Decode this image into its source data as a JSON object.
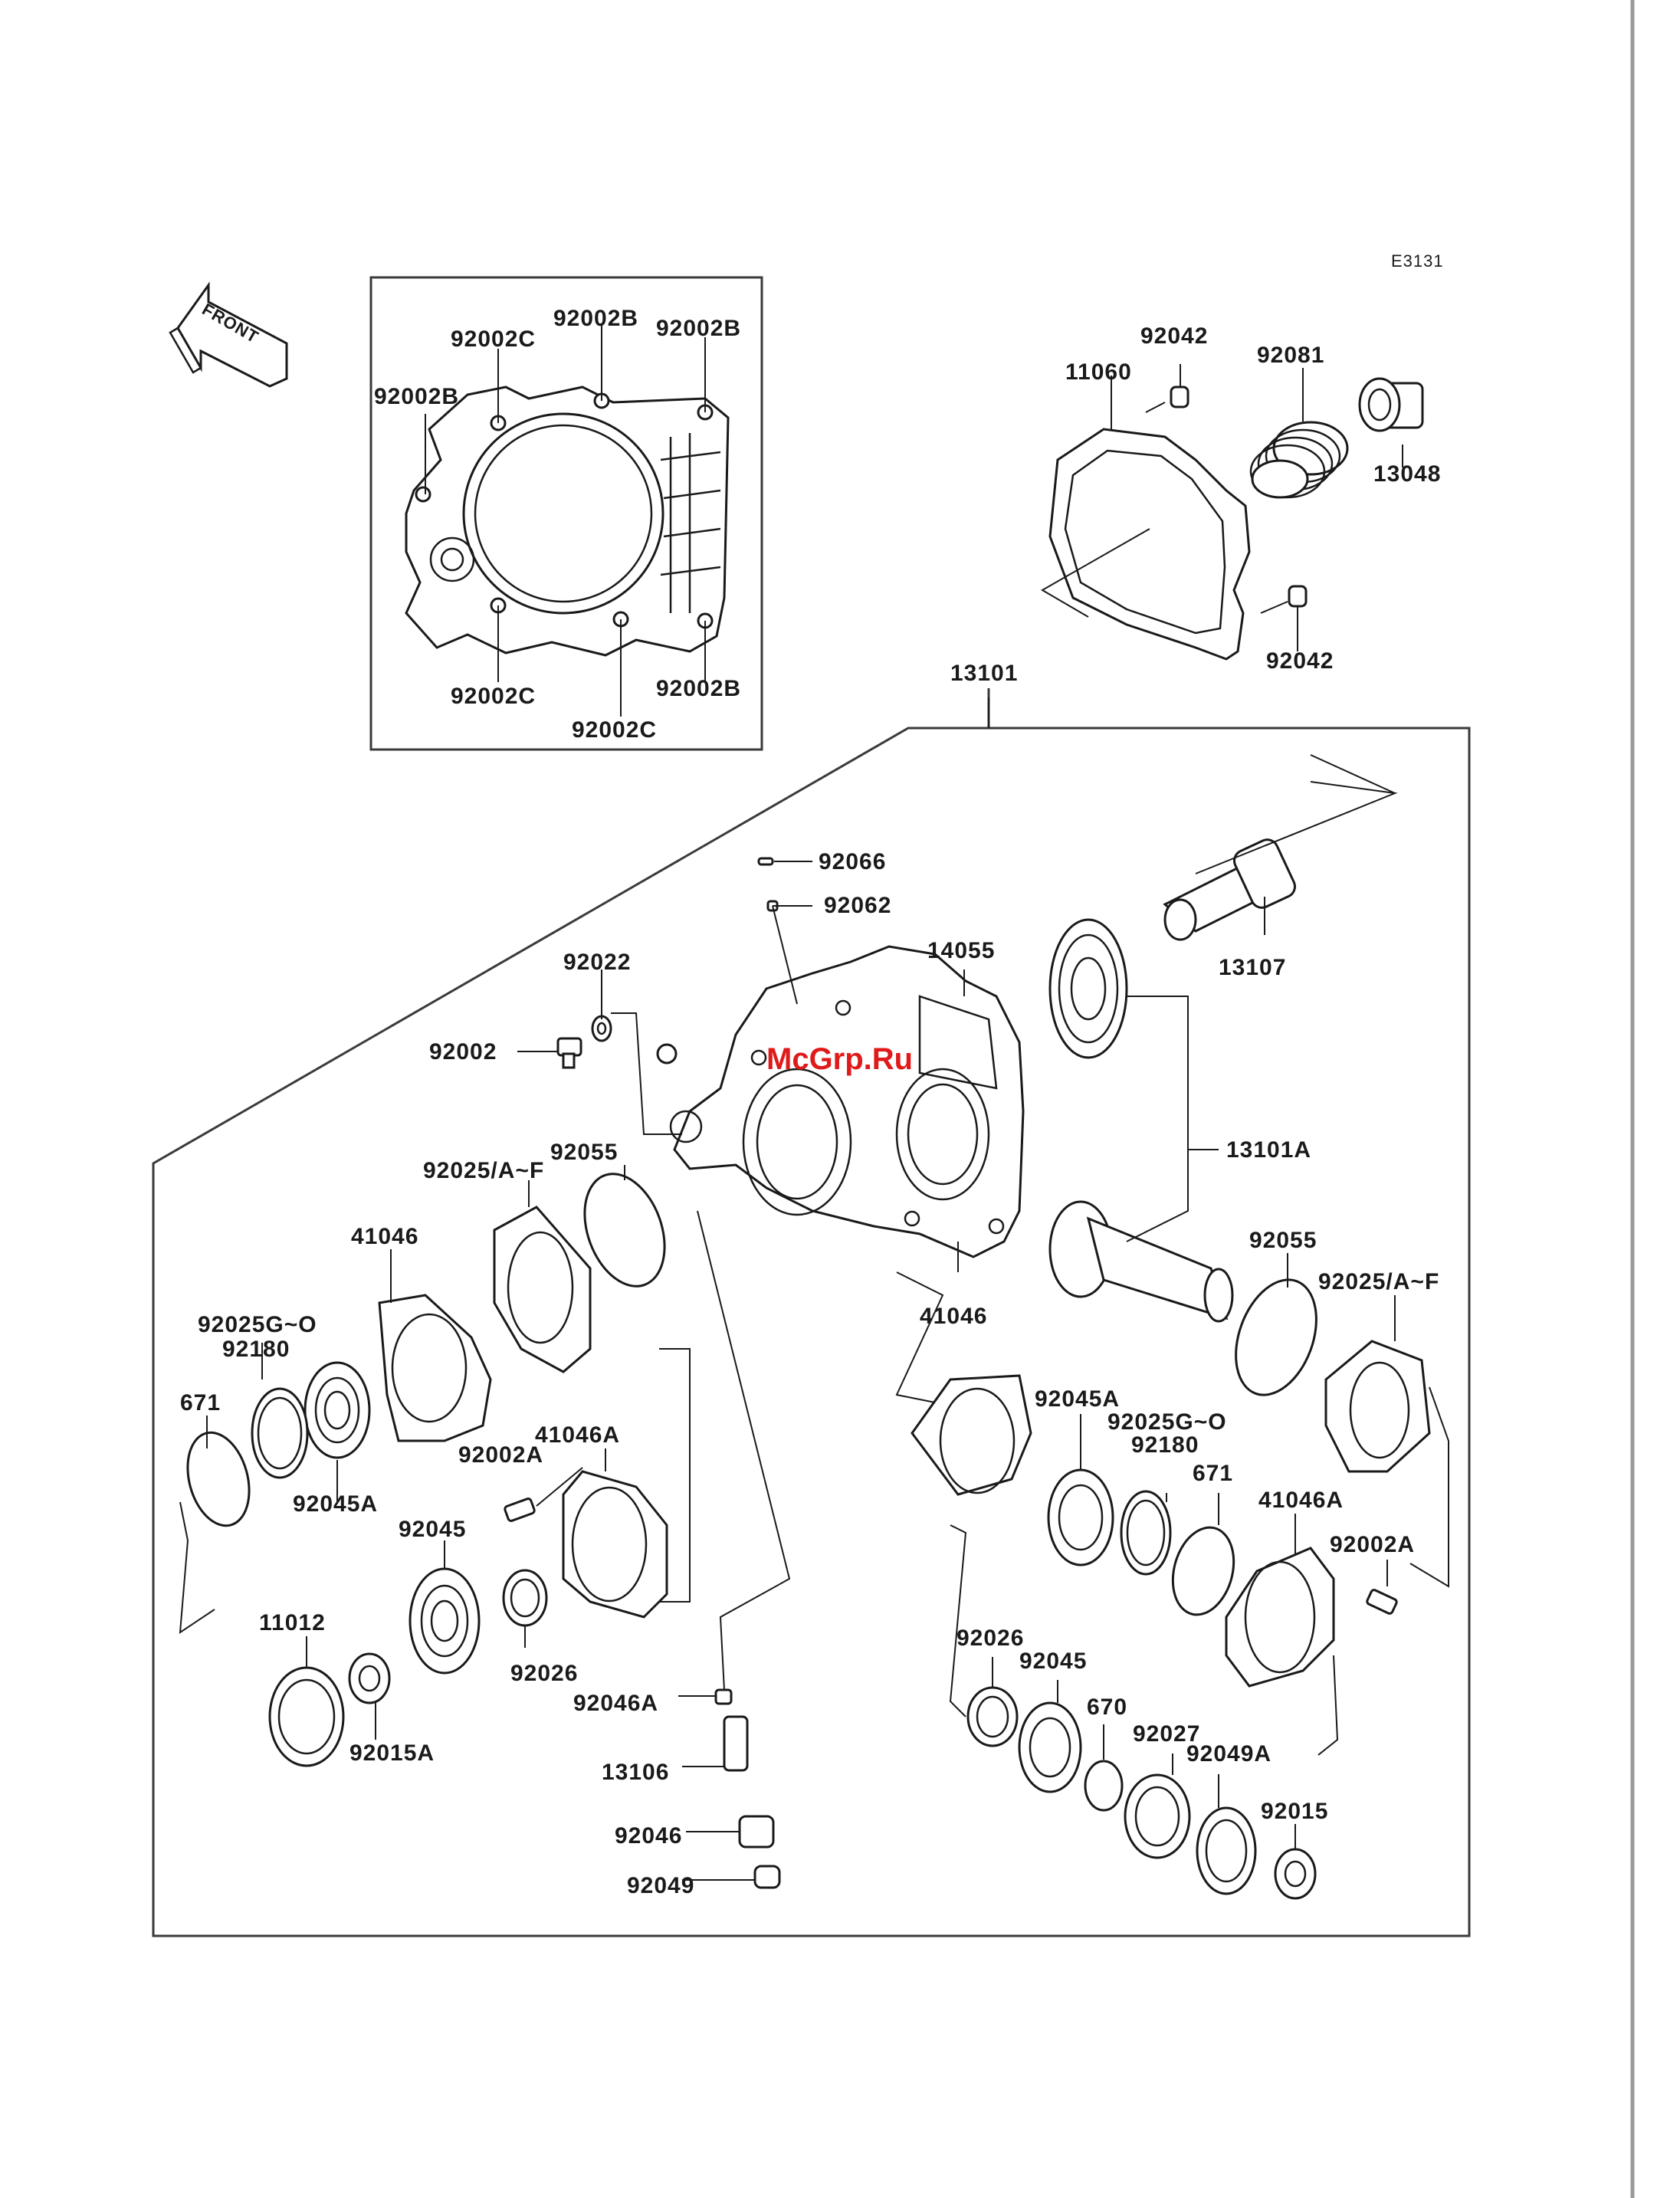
{
  "diagram": {
    "code": "E3131",
    "front_label": "FRONT",
    "watermark": "McGrp.Ru",
    "labels": [
      {
        "key": "92002C_top",
        "text": "92002C"
      },
      {
        "key": "92002B_top1",
        "text": "92002B"
      },
      {
        "key": "92002B_top2",
        "text": "92002B"
      },
      {
        "key": "92002B_left",
        "text": "92002B"
      },
      {
        "key": "92002C_bl",
        "text": "92002C"
      },
      {
        "key": "92002C_bm",
        "text": "92002C"
      },
      {
        "key": "92002B_br",
        "text": "92002B"
      },
      {
        "key": "92042_a",
        "text": "92042"
      },
      {
        "key": "11060",
        "text": "11060"
      },
      {
        "key": "92081",
        "text": "92081"
      },
      {
        "key": "13048",
        "text": "13048"
      },
      {
        "key": "92042_b",
        "text": "92042"
      },
      {
        "key": "13101",
        "text": "13101"
      },
      {
        "key": "92066",
        "text": "92066"
      },
      {
        "key": "92062",
        "text": "92062"
      },
      {
        "key": "14055",
        "text": "14055"
      },
      {
        "key": "13107",
        "text": "13107"
      },
      {
        "key": "92022",
        "text": "92022"
      },
      {
        "key": "92002",
        "text": "92002"
      },
      {
        "key": "13101A",
        "text": "13101A"
      },
      {
        "key": "92055_l",
        "text": "92055"
      },
      {
        "key": "92025AF_l",
        "text": "92025/A~F"
      },
      {
        "key": "41046_l",
        "text": "41046"
      },
      {
        "key": "92055_r",
        "text": "92055"
      },
      {
        "key": "92025AF_r",
        "text": "92025/A~F"
      },
      {
        "key": "92025GO_l",
        "text": "92025G~O"
      },
      {
        "key": "92180_l",
        "text": "92180"
      },
      {
        "key": "671_l",
        "text": "671"
      },
      {
        "key": "41046A_l",
        "text": "41046A"
      },
      {
        "key": "92002A_l",
        "text": "92002A"
      },
      {
        "key": "92045A_l",
        "text": "92045A"
      },
      {
        "key": "92045_l",
        "text": "92045"
      },
      {
        "key": "41046_r",
        "text": "41046"
      },
      {
        "key": "92045A_r",
        "text": "92045A"
      },
      {
        "key": "92025GO_r",
        "text": "92025G~O"
      },
      {
        "key": "92180_r",
        "text": "92180"
      },
      {
        "key": "671_r",
        "text": "671"
      },
      {
        "key": "41046A_r",
        "text": "41046A"
      },
      {
        "key": "92002A_r",
        "text": "92002A"
      },
      {
        "key": "11012",
        "text": "11012"
      },
      {
        "key": "92026_l",
        "text": "92026"
      },
      {
        "key": "92046A",
        "text": "92046A"
      },
      {
        "key": "92015A",
        "text": "92015A"
      },
      {
        "key": "13106",
        "text": "13106"
      },
      {
        "key": "92046",
        "text": "92046"
      },
      {
        "key": "92049",
        "text": "92049"
      },
      {
        "key": "92026_r",
        "text": "92026"
      },
      {
        "key": "92045_r",
        "text": "92045"
      },
      {
        "key": "670",
        "text": "670"
      },
      {
        "key": "92027",
        "text": "92027"
      },
      {
        "key": "92049A",
        "text": "92049A"
      },
      {
        "key": "92015",
        "text": "92015"
      }
    ]
  }
}
